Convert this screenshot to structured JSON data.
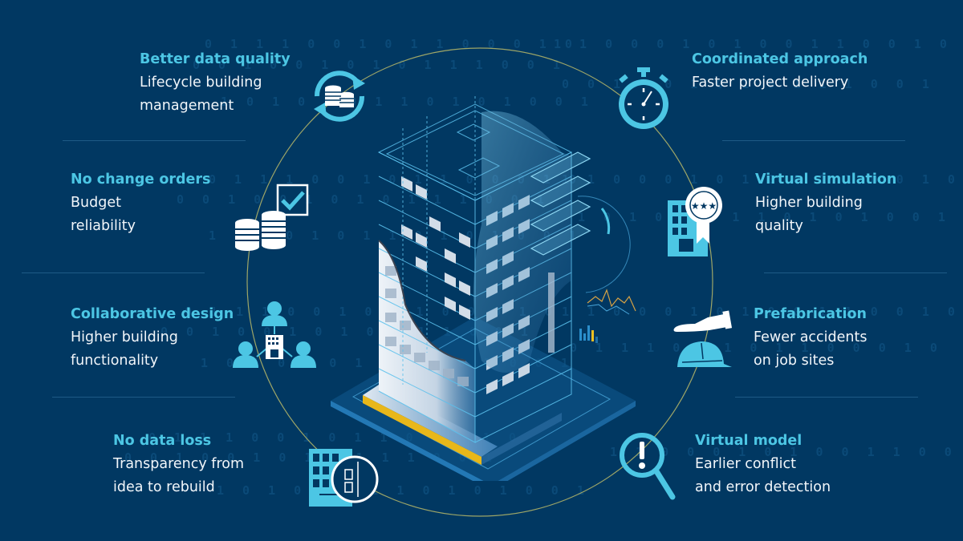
{
  "theme": {
    "background": "#013862",
    "accent": "#4cc6e4",
    "text": "#f2f6fa",
    "circle_line": "#b8b868",
    "highlight": "#f0c020"
  },
  "benefits": [
    {
      "id": "better-data-quality",
      "title": "Better data quality",
      "lines": [
        "Lifecycle building",
        "management"
      ],
      "icon": "coins-refresh-icon"
    },
    {
      "id": "coordinated-approach",
      "title": "Coordinated approach",
      "lines": [
        "Faster project delivery"
      ],
      "icon": "stopwatch-icon"
    },
    {
      "id": "no-change-orders",
      "title": "No change orders",
      "lines": [
        "Budget",
        "reliability"
      ],
      "icon": "coins-checkbox-icon"
    },
    {
      "id": "virtual-simulation",
      "title": "Virtual simulation",
      "lines": [
        "Higher building",
        "quality"
      ],
      "icon": "building-quality-badge-icon"
    },
    {
      "id": "collaborative-design",
      "title": "Collaborative design",
      "lines": [
        "Higher building",
        "functionality"
      ],
      "icon": "team-building-icon"
    },
    {
      "id": "prefabrication",
      "title": "Prefabrication",
      "lines": [
        "Fewer accidents",
        "on job sites"
      ],
      "icon": "hand-helmet-icon"
    },
    {
      "id": "no-data-loss",
      "title": "No data loss",
      "lines": [
        "Transparency from",
        "idea to rebuild"
      ],
      "icon": "building-magnifier-icon"
    },
    {
      "id": "virtual-model",
      "title": "Virtual model",
      "lines": [
        "Earlier conflict",
        "and error detection"
      ],
      "icon": "magnifier-alert-icon"
    }
  ],
  "center": {
    "illustration": "isometric-bim-building"
  },
  "binary_rows": [
    "0 1 1 1 0 0 1 0 1 1 0 0 0 1 0",
    "0 0 1 0 0 1 0 1 0 1 1 1 0 0 1",
    "1 0 1 0 1 0 1 1 0 1 0 1 0 0 1",
    "1 1 0 0 0 1 0 1 0 0 1 1 0 0 1 0"
  ]
}
